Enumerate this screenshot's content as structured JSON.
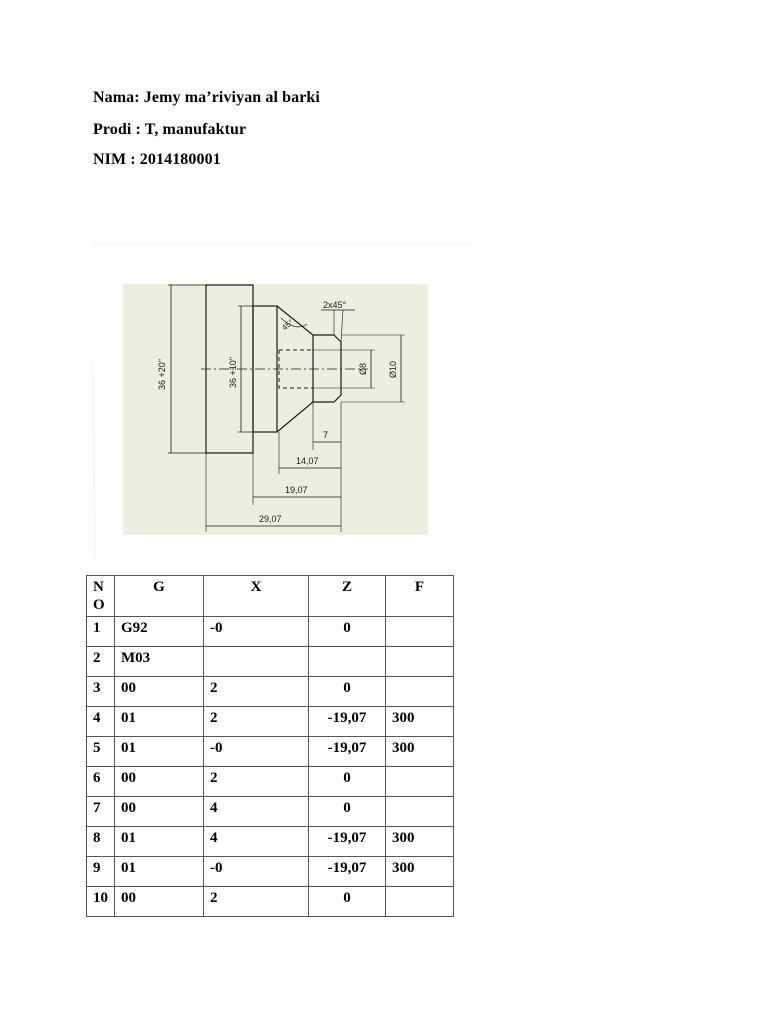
{
  "student": {
    "nama": "Nama: Jemy ma’riviyan al barki",
    "prodi": "Prodi : T, manufaktur",
    "nim": "NIM  : 2014180001"
  },
  "drawing": {
    "labels": {
      "chamfer": "2x45°",
      "angle": "45°",
      "dia_big_vertical": "36 +20\"",
      "dia_inner_vertical": "36 +10\"",
      "dia_8": "Ø8",
      "dia_10": "Ø10",
      "len_7": "7",
      "len_14": "14,07",
      "len_19": "19,07",
      "len_29": "29,07"
    },
    "colors": {
      "background": "#eeeedf",
      "line": "#1a1a1a"
    }
  },
  "table": {
    "headers": {
      "no": "N O",
      "g": "G",
      "x": "X",
      "z": "Z",
      "f": "F"
    },
    "rows": [
      {
        "no": "1",
        "g": "G92",
        "x": "-0",
        "z": "0",
        "f": ""
      },
      {
        "no": "2",
        "g": "M03",
        "x": "",
        "z": "",
        "f": ""
      },
      {
        "no": "3",
        "g": "00",
        "x": "2",
        "z": "0",
        "f": ""
      },
      {
        "no": "4",
        "g": "01",
        "x": "2",
        "z": "-19,07",
        "f": "300"
      },
      {
        "no": "5",
        "g": "01",
        "x": "-0",
        "z": "-19,07",
        "f": "300"
      },
      {
        "no": "6",
        "g": "00",
        "x": "2",
        "z": "0",
        "f": ""
      },
      {
        "no": "7",
        "g": "00",
        "x": "4",
        "z": "0",
        "f": ""
      },
      {
        "no": "8",
        "g": "01",
        "x": "4",
        "z": "-19,07",
        "f": "300"
      },
      {
        "no": "9",
        "g": "01",
        "x": "-0",
        "z": "-19,07",
        "f": "300"
      },
      {
        "no": "10",
        "g": "00",
        "x": "2",
        "z": "0",
        "f": ""
      }
    ]
  }
}
